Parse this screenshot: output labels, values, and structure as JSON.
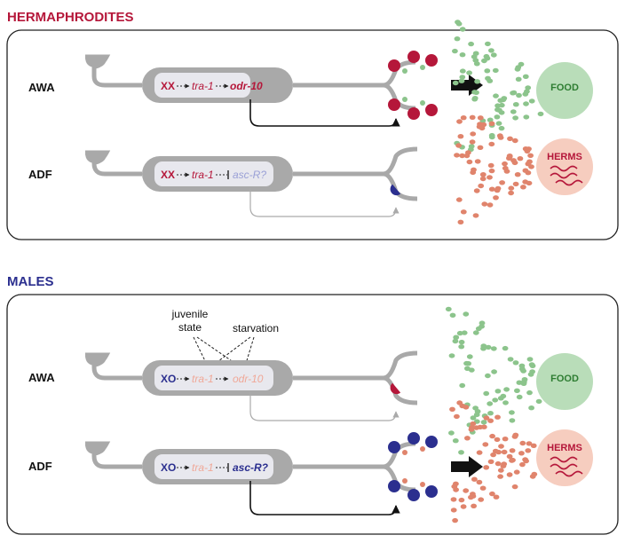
{
  "colors": {
    "herm_red": "#b5173a",
    "male_blue": "#2b2f8f",
    "neuron_gray": "#a9a9a9",
    "soma_fill": "#e8e8ee",
    "inactive_text": "#f0a898",
    "inactive_blue": "#9aa0d6",
    "food_fill": "#b9ddb9",
    "food_dot": "#8cc48c",
    "herm_fill": "#f6cdbf",
    "herm_dot": "#e0846c"
  },
  "hermaphrodites": {
    "title": "HERMAPHRODITES",
    "awa": {
      "label": "AWA",
      "karyotype": "XX",
      "gene1": "tra-1",
      "target": "odr-10"
    },
    "adf": {
      "label": "ADF",
      "karyotype": "XX",
      "gene1": "tra-1",
      "target": "asc-R?"
    },
    "food_label": "FOOD",
    "herms_label": "HERMS"
  },
  "males": {
    "title": "MALES",
    "annotations": {
      "juvenile": "juvenile",
      "state": "state",
      "starvation": "starvation"
    },
    "awa": {
      "label": "AWA",
      "karyotype": "XO",
      "gene1": "tra-1",
      "target": "odr-10"
    },
    "adf": {
      "label": "ADF",
      "karyotype": "XO",
      "gene1": "tra-1",
      "target": "asc-R?"
    },
    "food_label": "FOOD",
    "herms_label": "HERMS"
  },
  "icons": {
    "arrow": "black-block-arrow-icon",
    "squiggle": "worm-squiggle-icon",
    "receptor": "receptor-icon"
  }
}
